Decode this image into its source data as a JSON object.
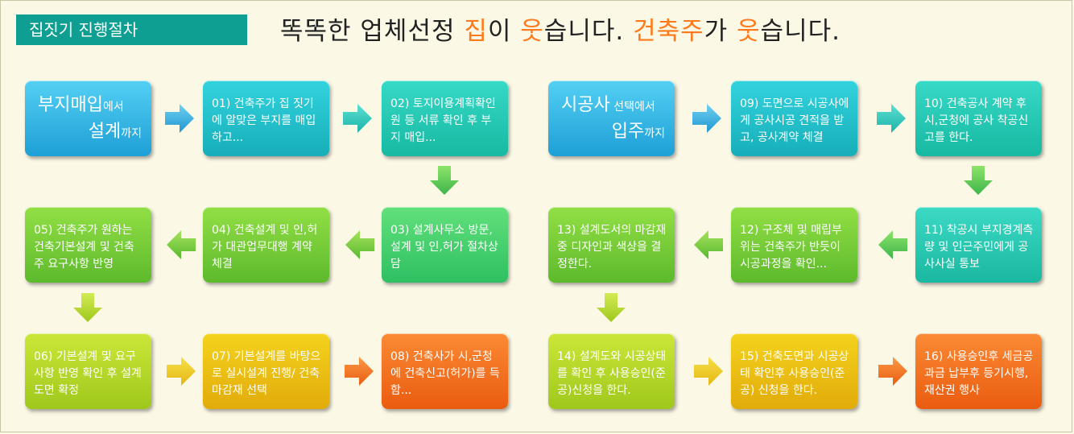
{
  "title_tag": "집짓기 진행절차",
  "headline": {
    "part1": "똑똑한 업체선정 ",
    "word1": "집",
    "part2": "이 ",
    "word2": "웃",
    "part3": "습니다. ",
    "word3": "건축주",
    "part4": "가 ",
    "word4": "웃",
    "part5": "습니다."
  },
  "group1": {
    "line1_big": "부지매입",
    "line1_small": "에서",
    "line2_big": "설계",
    "line2_small": "까지"
  },
  "group2": {
    "line1_big": "시공사",
    "line1_small": " 선택에서",
    "line2_big": "입주",
    "line2_small": "까지"
  },
  "steps": {
    "s01": "01) 건축주가 집 짓기에 알맞은 부지를 매입하고...",
    "s02": "02) 토지이용계획확인원 등 서류 확인 후 부지 매입...",
    "s03": "03) 설계사무소 방문, 설계 및 인,허가 절차상담",
    "s04": "04) 건축설계 및 인,허가 대관업무대행 계약체결",
    "s05": "05) 건축주가 원하는 건축기본설계 및 건축주 요구사항 반영",
    "s06": "06) 기본설계 및 요구사항 반영 확인 후 설계도면 확정",
    "s07": "07) 기본설계를 바탕으로 실시설계 진행/ 건축마감재 선택",
    "s08": "08) 건축사가 시,군청에 건축신고(허가)를 득함...",
    "s09": "09) 도면으로 시공사에게 공사시공 견적을 받고, 공사계약 체결",
    "s10": "10) 건축공사 계약 후 시,군청에 공사 착공신고를 한다.",
    "s11": "11) 착공시 부지경계측량 및 인근주민에게 공사사실 통보",
    "s12": "12) 구조체 및 매립부위는 건축주가 반듯이 시공과정을 확인...",
    "s13": "13) 설계도서의 마감재 중 디자인과 색상을 결정한다.",
    "s14": "14) 설계도와 시공상태를 확인 후 사용승인(준공)신청을 한다.",
    "s15": "15) 건축도면과 시공상태 확인후 사용승인(준공) 신청을 한다.",
    "s16": "16) 사용승인후 세금공과금 납부후 등기시행, 재산권 행사"
  },
  "colors": {
    "tag_bg": "#0f9f92",
    "highlight": "#ff7a1a",
    "blue": "#1e9fd6",
    "teal": "#16aeb9",
    "green": "#5dba2c",
    "lime": "#9fc81c",
    "yellow": "#e2ab0a",
    "orange": "#ea5c10"
  }
}
